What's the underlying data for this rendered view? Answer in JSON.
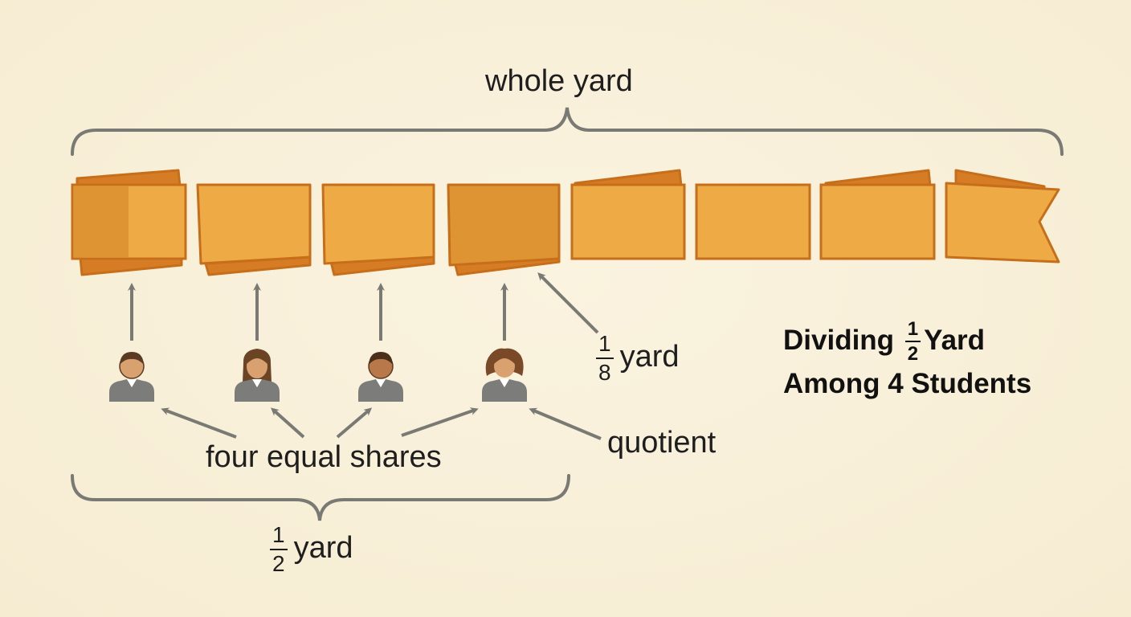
{
  "labels": {
    "whole_yard": "whole yard",
    "one_eighth_num": "1",
    "one_eighth_den": "8",
    "one_eighth_unit": "yard",
    "four_equal_shares": "four equal shares",
    "quotient": "quotient",
    "half_num": "1",
    "half_den": "2",
    "half_unit": "yard"
  },
  "title": {
    "line1_prefix": "Dividing",
    "frac_num": "1",
    "frac_den": "2",
    "line1_suffix": "Yard",
    "line2": "Among 4 Students"
  },
  "colors": {
    "background": "#f8f0da",
    "ribbon_fill": "#eeaa45",
    "ribbon_fill_dark": "#de9433",
    "ribbon_stroke": "#c66e1a",
    "arrow": "#7a7a74",
    "brace": "#7a7a74",
    "person_body": "#7c7c7a",
    "skin": "#d9a070",
    "hair": "#5a3a22"
  },
  "diagram": {
    "ribbon_segment_count": 8,
    "student_count": 4,
    "icons": [
      "student-boy-icon",
      "student-girl-longhair-icon",
      "student-boy-icon",
      "student-girl-curly-icon"
    ]
  }
}
